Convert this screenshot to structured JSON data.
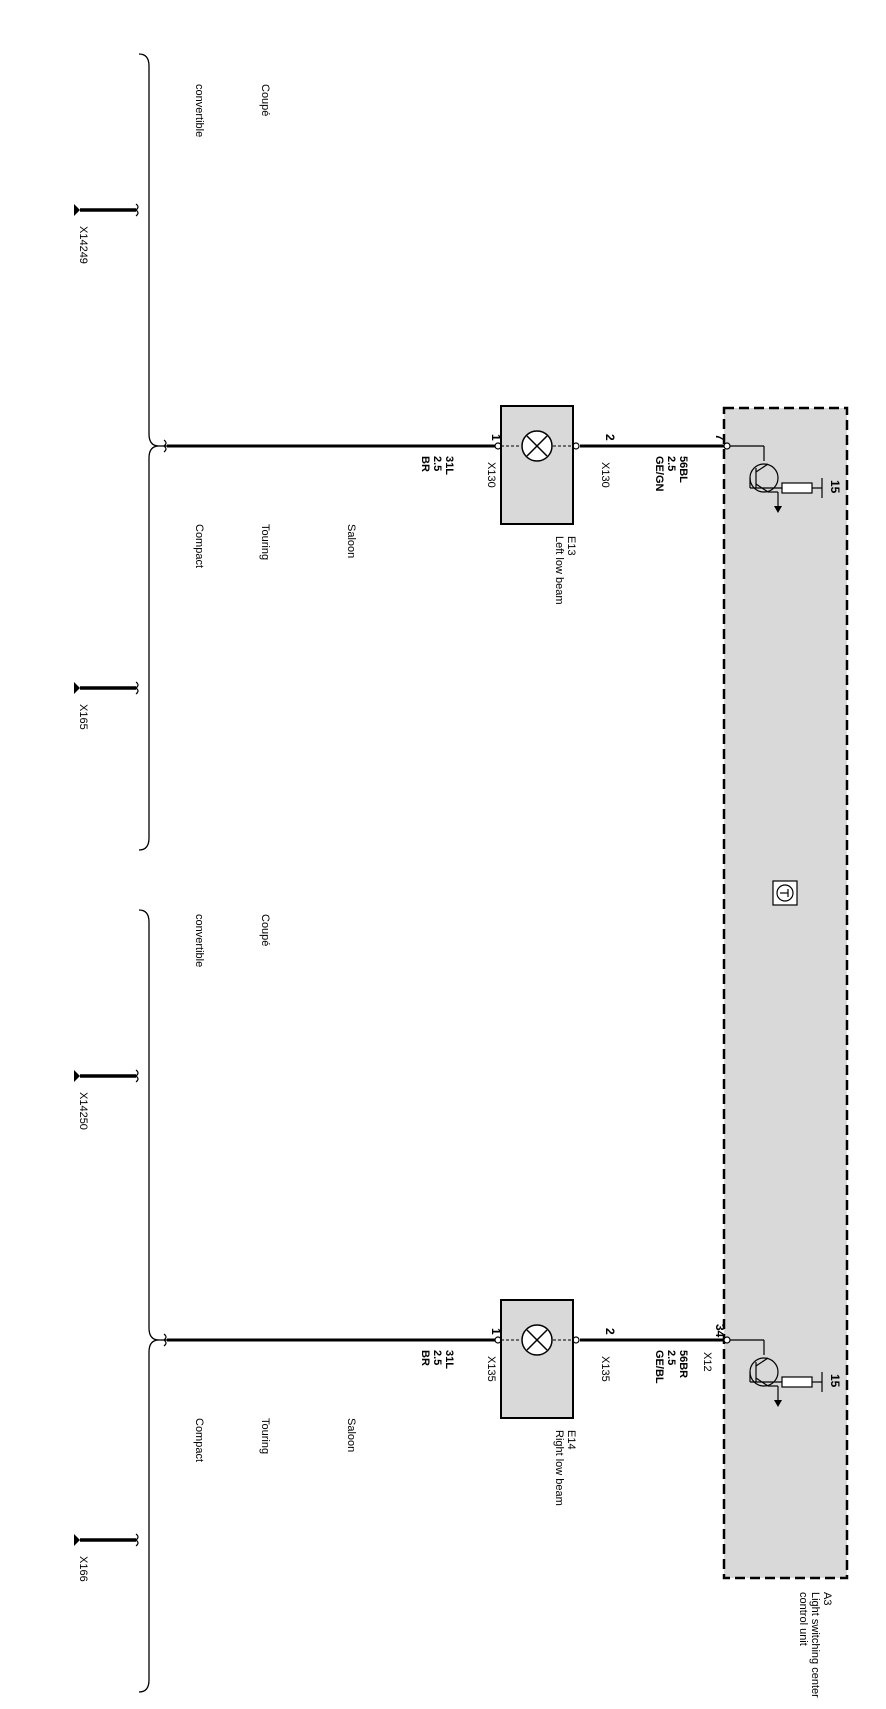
{
  "module": {
    "id": "A3",
    "name_line1": "Light switching center",
    "name_line2": "control unit",
    "fill": "#d9d9d9",
    "terminal_15": "15",
    "connector_x12": "X12"
  },
  "lamps": [
    {
      "id": "E13",
      "name": "Left low beam",
      "pin1": "1",
      "pin2": "2",
      "conn_pin1": "X130",
      "conn_pin2": "X130",
      "module_pin": "7",
      "wire_in": {
        "code": "56BL",
        "size": "2.5",
        "color": "GE/GN"
      },
      "wire_ground": {
        "code": "31L",
        "size": "2.5",
        "color": "BR"
      }
    },
    {
      "id": "E14",
      "name": "Right low beam",
      "pin1": "1",
      "pin2": "2",
      "conn_pin1": "X135",
      "conn_pin2": "X135",
      "module_pin": "34",
      "wire_in": {
        "code": "56BR",
        "size": "2.5",
        "color": "GE/BL"
      },
      "wire_ground": {
        "code": "31L",
        "size": "2.5",
        "color": "BR"
      }
    }
  ],
  "grounds_top": {
    "upper_label": "X14249",
    "lower_label": "X165",
    "variants_upper": [
      "Coupé",
      "convertible"
    ],
    "variants_lower": [
      "Saloon",
      "Touring",
      "Compact"
    ]
  },
  "grounds_bottom": {
    "upper_label": "X14250",
    "lower_label": "X166",
    "variants_upper": [
      "Coupé",
      "convertible"
    ],
    "variants_lower": [
      "Saloon",
      "Touring",
      "Compact"
    ]
  }
}
